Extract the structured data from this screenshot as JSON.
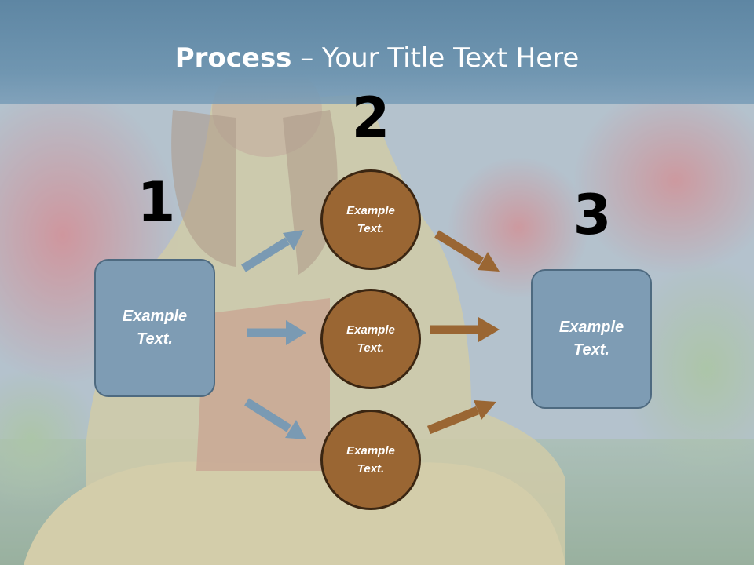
{
  "title": {
    "bold": "Process",
    "rest": " – Your Title Text Here"
  },
  "steps": {
    "one": "1",
    "two": "2",
    "three": "3"
  },
  "left_box": {
    "label": "Example\nText."
  },
  "right_box": {
    "label": "Example\nText."
  },
  "circles": [
    {
      "label": "Example\nText."
    },
    {
      "label": "Example\nText."
    },
    {
      "label": "Example\nText."
    }
  ],
  "colors": {
    "title_band": "#6a8fab",
    "box_fill": "#7e9cb4",
    "circle_fill": "#9a6633",
    "blue_arrow": "#7a9ab3",
    "brown_arrow": "#9a6633"
  }
}
